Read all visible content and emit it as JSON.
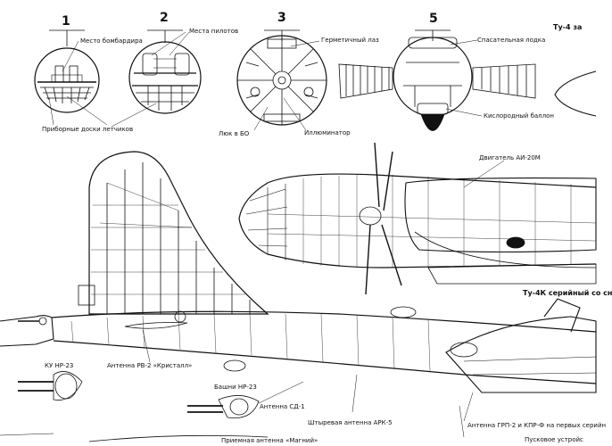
{
  "section_numbers": [
    "1",
    "2",
    "3",
    "5"
  ],
  "labels": {
    "bombardier_seat": "Место бомбардира",
    "pilot_seats": "Места пилотов",
    "hermetic_hatch": "Герметичный лаз",
    "rescue_boat": "Спасательная лодка",
    "oxygen_tank": "Кислородный баллон",
    "instrument_panels": "Приборные доски летчиков",
    "hatch_bo": "Люк в БО",
    "porthole": "Иллюминатор",
    "engine": "Двигатель АИ-20М",
    "ku_nr23": "КУ НР-23",
    "antenna_rv2": "Антенна РВ-2 «Кристалл»",
    "turrets_nr23": "Башни НР-23",
    "antenna_sd1": "Антенна СД-1",
    "antenna_ark5": "Штыревая антенна АРК-5",
    "antenna_grp2": "Антенна ГРП-2 и КПР-Ф на первых серийн",
    "receive_antenna": "Приемная антенна «Магний»",
    "launch_device": "Пусковое устройс"
  },
  "headings": {
    "top_right": "Ту-4 за",
    "serial": "Ту-4К серийный со сн"
  }
}
